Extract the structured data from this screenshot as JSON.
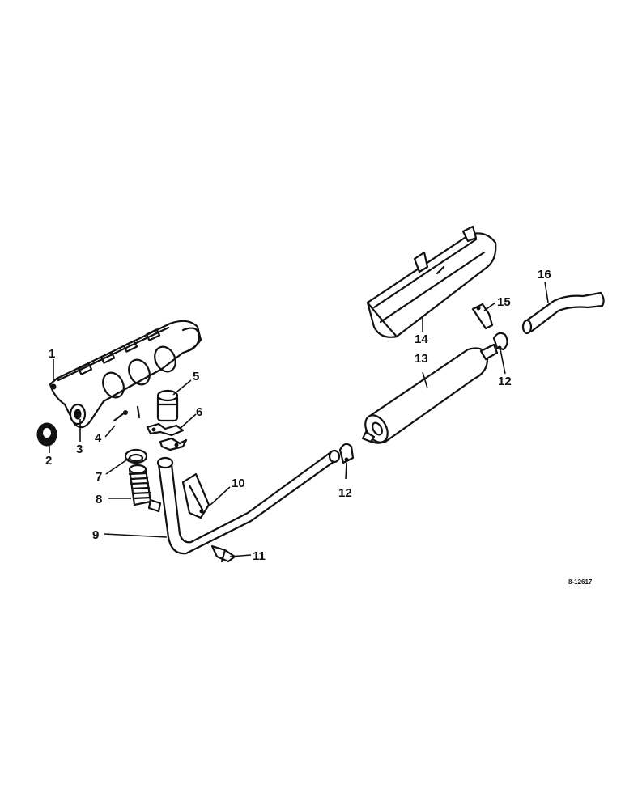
{
  "callouts": {
    "c1": "1",
    "c2": "2",
    "c3": "3",
    "c4": "4",
    "c5": "5",
    "c6": "6",
    "c7": "7",
    "c8": "8",
    "c9": "9",
    "c10": "10",
    "c11": "11",
    "c12a": "12",
    "c12b": "12",
    "c13": "13",
    "c14": "14",
    "c15": "15",
    "c16": "16"
  },
  "reference_code": "8-12617"
}
